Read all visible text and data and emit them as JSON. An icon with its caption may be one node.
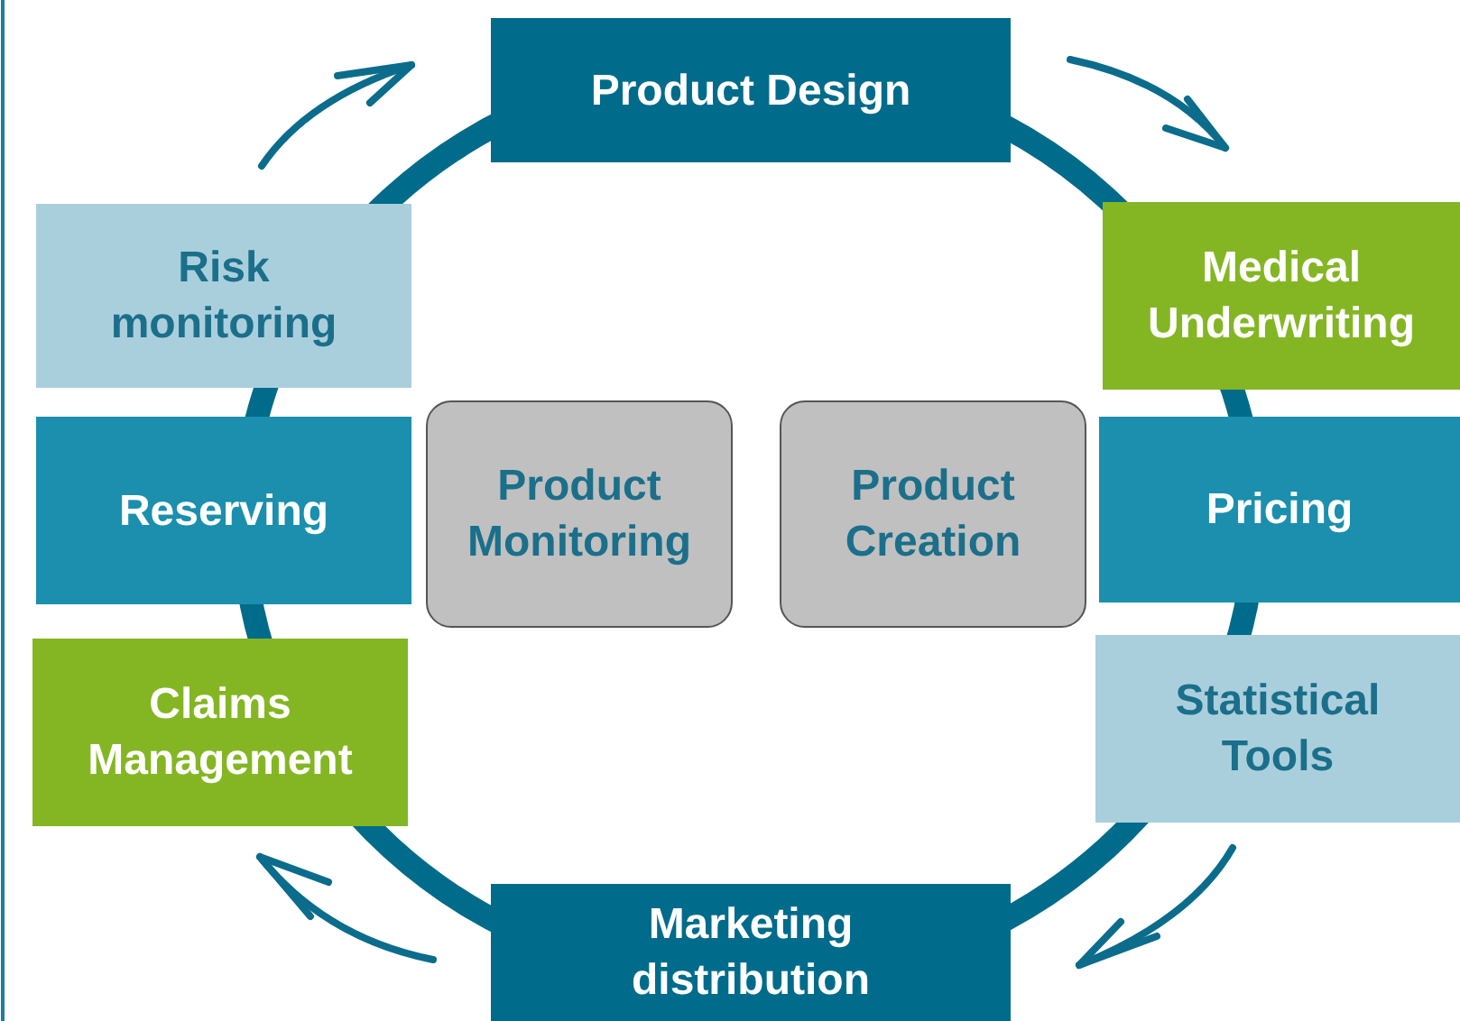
{
  "diagram": {
    "nodes": [
      {
        "text": [
          "Product Design"
        ]
      },
      {
        "text": [
          "Risk monitoring"
        ]
      },
      {
        "text": [
          "Medical Underwriting"
        ]
      },
      {
        "text": [
          "Reserving"
        ]
      },
      {
        "text": [
          "Product Monitoring"
        ]
      },
      {
        "text": [
          "Product Creation"
        ]
      },
      {
        "text": [
          "Pricing"
        ]
      },
      {
        "text": [
          "Claims Management"
        ]
      },
      {
        "text": [
          "Statistical Tools"
        ]
      },
      {
        "text": [
          "Marketing distribution"
        ]
      }
    ]
  }
}
